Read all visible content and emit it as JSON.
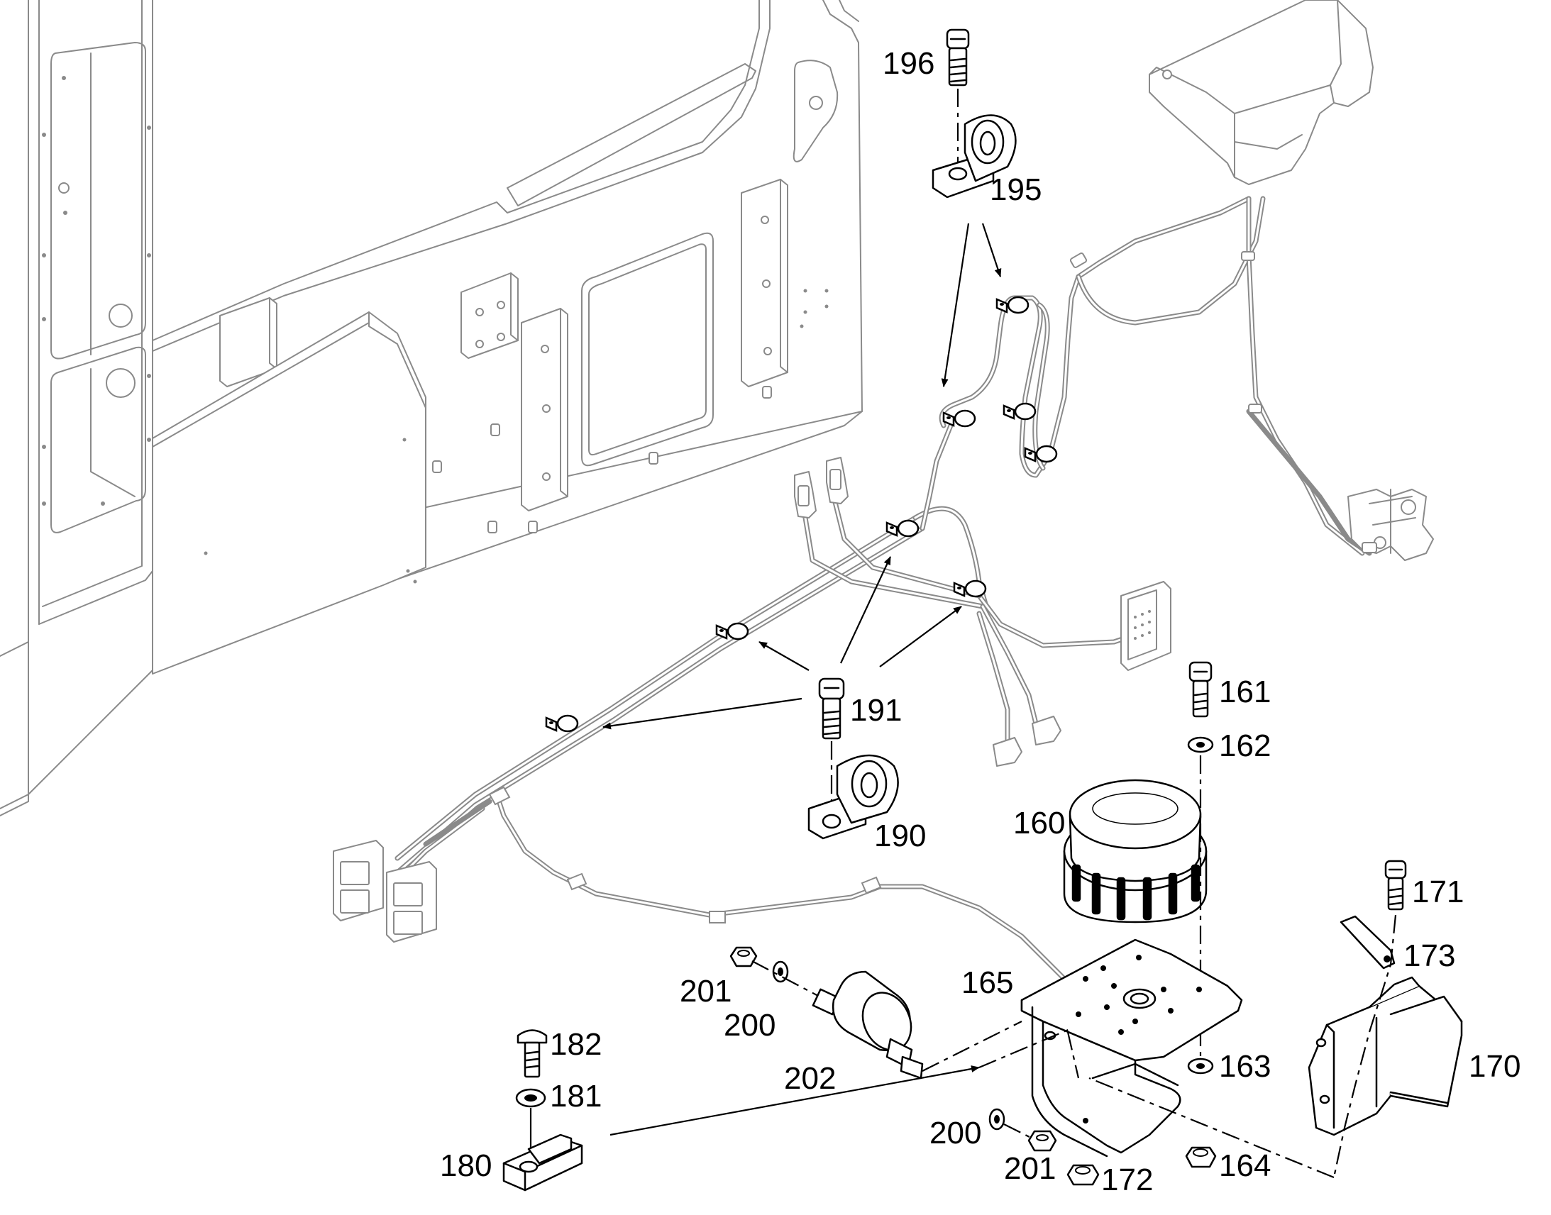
{
  "callouts": [
    {
      "id": "c196",
      "label": "196"
    },
    {
      "id": "c195",
      "label": "195"
    },
    {
      "id": "c191",
      "label": "191"
    },
    {
      "id": "c190",
      "label": "190"
    },
    {
      "id": "c161",
      "label": "161"
    },
    {
      "id": "c162",
      "label": "162"
    },
    {
      "id": "c160",
      "label": "160"
    },
    {
      "id": "c165",
      "label": "165"
    },
    {
      "id": "c163",
      "label": "163"
    },
    {
      "id": "c164",
      "label": "164"
    },
    {
      "id": "c172",
      "label": "172"
    },
    {
      "id": "c171",
      "label": "171"
    },
    {
      "id": "c173",
      "label": "173"
    },
    {
      "id": "c170",
      "label": "170"
    },
    {
      "id": "c201a",
      "label": "201"
    },
    {
      "id": "c200a",
      "label": "200"
    },
    {
      "id": "c202",
      "label": "202"
    },
    {
      "id": "c200b",
      "label": "200"
    },
    {
      "id": "c201b",
      "label": "201"
    },
    {
      "id": "c182",
      "label": "182"
    },
    {
      "id": "c181",
      "label": "181"
    },
    {
      "id": "c180",
      "label": "180"
    }
  ]
}
